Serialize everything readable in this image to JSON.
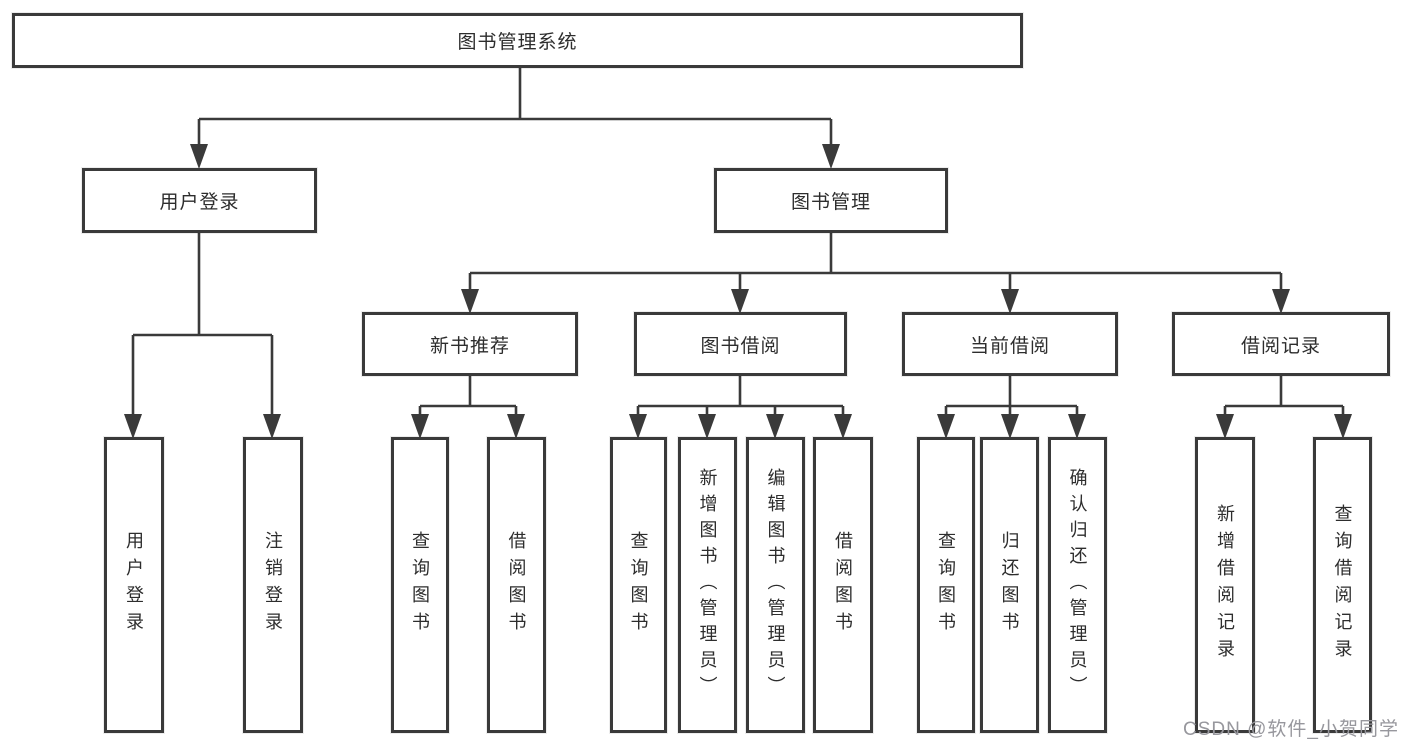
{
  "tree": {
    "root": {
      "label": "图书管理系统"
    },
    "children": [
      {
        "label": "用户登录",
        "children": [
          {
            "label": "用户登录"
          },
          {
            "label": "注销登录"
          }
        ]
      },
      {
        "label": "图书管理",
        "children": [
          {
            "label": "新书推荐",
            "children": [
              {
                "label": "查询图书"
              },
              {
                "label": "借阅图书"
              }
            ]
          },
          {
            "label": "图书借阅",
            "children": [
              {
                "label": "查询图书"
              },
              {
                "label": "新增图书（管理员）"
              },
              {
                "label": "编辑图书（管理员）"
              },
              {
                "label": "借阅图书"
              }
            ]
          },
          {
            "label": "当前借阅",
            "children": [
              {
                "label": "查询图书"
              },
              {
                "label": "归还图书"
              },
              {
                "label": "确认归还（管理员）"
              }
            ]
          },
          {
            "label": "借阅记录",
            "children": [
              {
                "label": "新增借阅记录"
              },
              {
                "label": "查询借阅记录"
              }
            ]
          }
        ]
      }
    ]
  },
  "watermark": {
    "text": "CSDN @软件_小贺同学"
  },
  "colors": {
    "line": "#3a3a3a",
    "text": "#2d2d2d",
    "background": "#ffffff",
    "watermark": "#97979d"
  }
}
